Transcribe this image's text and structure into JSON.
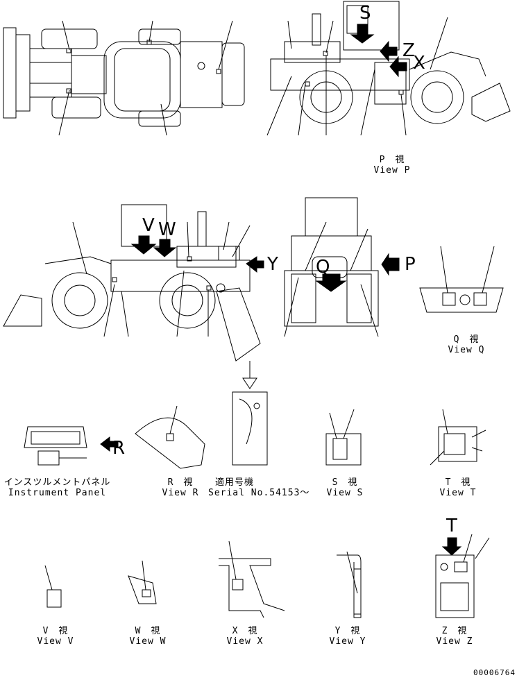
{
  "views": {
    "p": {
      "jp": "P　視",
      "en": "View P"
    },
    "q": {
      "jp": "Q　視",
      "en": "View Q"
    },
    "r": {
      "jp": "R　視",
      "en": "View R"
    },
    "s": {
      "jp": "S　視",
      "en": "View S"
    },
    "t": {
      "jp": "T　視",
      "en": "View T"
    },
    "v": {
      "jp": "V　視",
      "en": "View V"
    },
    "w": {
      "jp": "W　視",
      "en": "View W"
    },
    "x": {
      "jp": "X　視",
      "en": "View X"
    },
    "y": {
      "jp": "Y　視",
      "en": "View Y"
    },
    "z": {
      "jp": "Z　視",
      "en": "View Z"
    }
  },
  "instrument_panel": {
    "jp": "インスツルメントパネル",
    "en": "Instrument Panel"
  },
  "serial": {
    "jp": "適用号機",
    "en": "Serial No.54153～"
  },
  "markers": {
    "p": "P",
    "y": "Y",
    "r": "R",
    "t": "T",
    "z": "Z",
    "s_top": "S",
    "x_top": "X",
    "v_side": "V",
    "w_side": "W",
    "q_front": "Q"
  },
  "drawing_number": "00006764"
}
